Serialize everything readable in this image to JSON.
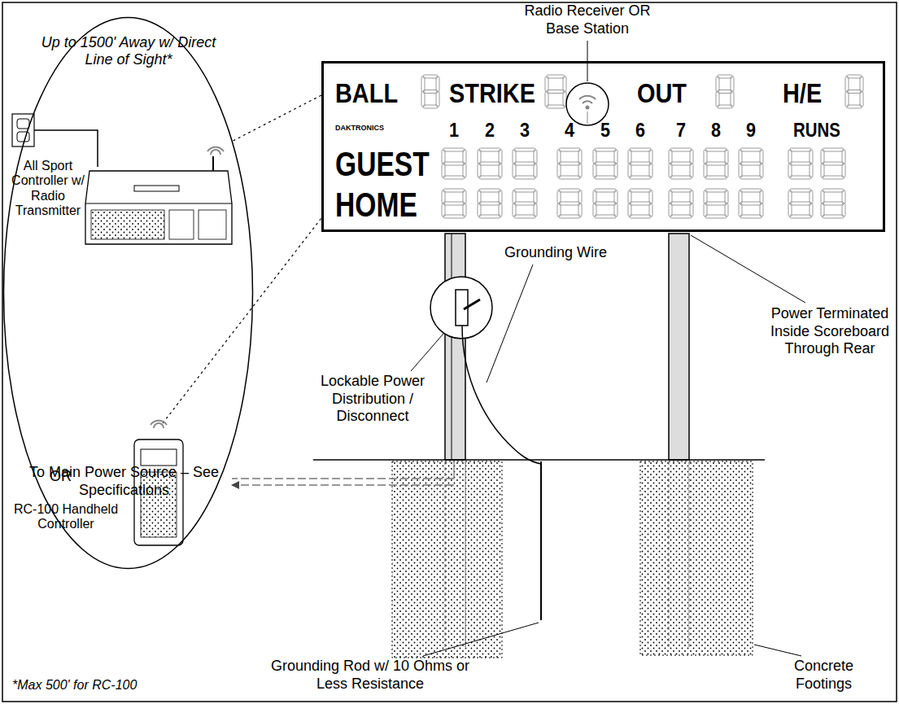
{
  "diagram": {
    "nodes": [
      {
        "text": [
          "Up to 1500' Away w/ Direct Line of Sight*",
          "All Sport Controller w/ Radio Transmitter",
          "OR",
          "RC-100 Handheld Controller"
        ]
      },
      {
        "text": [
          "BALL",
          "STRIKE",
          "OUT",
          "H/E",
          "DAKTRONICS",
          "1",
          "2",
          "3",
          "4",
          "5",
          "6",
          "7",
          "8",
          "9",
          "RUNS",
          "GUEST",
          "HOME"
        ]
      }
    ],
    "edges": [
      {
        "from": 0,
        "to": 1,
        "arrow": "none"
      }
    ],
    "labels": [
      "Radio Receiver OR Base Station",
      "Power Terminated Inside Scoreboard Through Rear",
      "Lockable Power Distribution / Disconnect",
      "Grounding Wire",
      "To Main Power Source – See Specifications",
      "Grounding Rod w/ 10 Ohms or Less Resistance",
      "Concrete Footings",
      "*Max 500' for RC-100"
    ]
  }
}
